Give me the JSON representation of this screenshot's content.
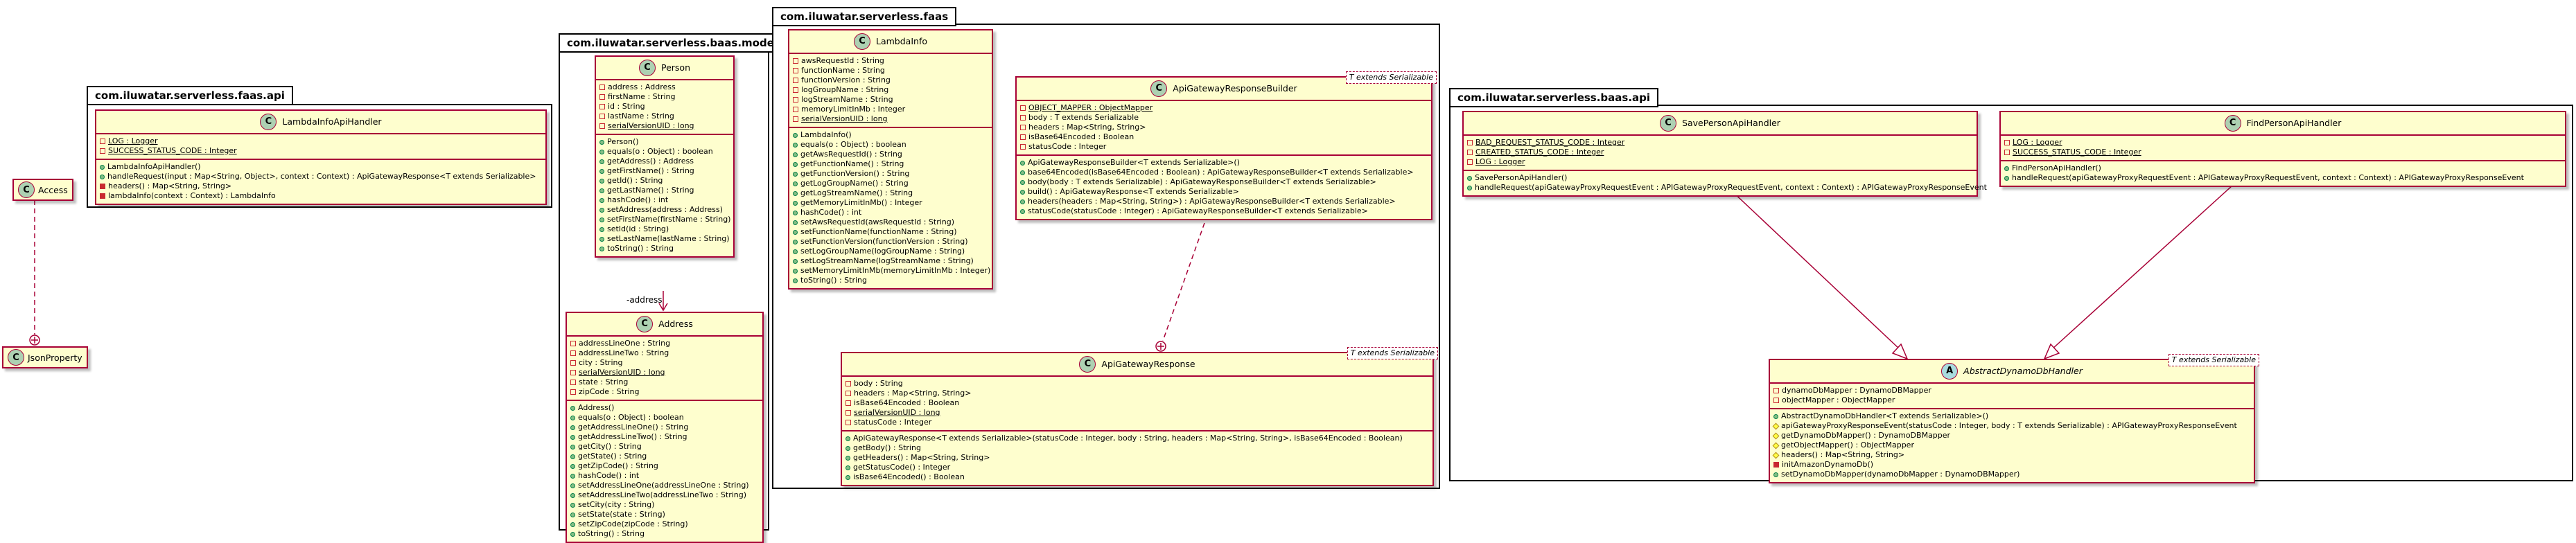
{
  "packages": {
    "faas_api": "com.iluwatar.serverless.faas.api",
    "baas_model": "com.iluwatar.serverless.baas.model",
    "faas": "com.iluwatar.serverless.faas",
    "baas_api": "com.iluwatar.serverless.baas.api"
  },
  "icons": {
    "class": "C",
    "abstract": "A"
  },
  "annotations": {
    "access": "Access",
    "json_property": "JsonProperty"
  },
  "association_role": "-address",
  "classes": {
    "lambda_info_api_handler": {
      "name": "LambdaInfoApiHandler",
      "fields": [
        {
          "vis": "private",
          "static": true,
          "text": "LOG : Logger"
        },
        {
          "vis": "private",
          "static": true,
          "text": "SUCCESS_STATUS_CODE : Integer"
        }
      ],
      "methods": [
        {
          "vis": "public",
          "text": "LambdaInfoApiHandler()"
        },
        {
          "vis": "public",
          "text": "handleRequest(input : Map<String, Object>, context : Context) : ApiGatewayResponse<T extends Serializable>"
        },
        {
          "vis": "private",
          "text": "headers() : Map<String, String>"
        },
        {
          "vis": "private",
          "text": "lambdaInfo(context : Context) : LambdaInfo"
        }
      ]
    },
    "person": {
      "name": "Person",
      "fields": [
        {
          "vis": "private",
          "text": "address : Address"
        },
        {
          "vis": "private",
          "text": "firstName : String"
        },
        {
          "vis": "private",
          "text": "id : String"
        },
        {
          "vis": "private",
          "text": "lastName : String"
        },
        {
          "vis": "private",
          "static": true,
          "text": "serialVersionUID : long"
        }
      ],
      "methods": [
        {
          "vis": "public",
          "text": "Person()"
        },
        {
          "vis": "public",
          "text": "equals(o : Object) : boolean"
        },
        {
          "vis": "public",
          "text": "getAddress() : Address"
        },
        {
          "vis": "public",
          "text": "getFirstName() : String"
        },
        {
          "vis": "public",
          "text": "getId() : String"
        },
        {
          "vis": "public",
          "text": "getLastName() : String"
        },
        {
          "vis": "public",
          "text": "hashCode() : int"
        },
        {
          "vis": "public",
          "text": "setAddress(address : Address)"
        },
        {
          "vis": "public",
          "text": "setFirstName(firstName : String)"
        },
        {
          "vis": "public",
          "text": "setId(id : String)"
        },
        {
          "vis": "public",
          "text": "setLastName(lastName : String)"
        },
        {
          "vis": "public",
          "text": "toString() : String"
        }
      ]
    },
    "address": {
      "name": "Address",
      "fields": [
        {
          "vis": "private",
          "text": "addressLineOne : String"
        },
        {
          "vis": "private",
          "text": "addressLineTwo : String"
        },
        {
          "vis": "private",
          "text": "city : String"
        },
        {
          "vis": "private",
          "static": true,
          "text": "serialVersionUID : long"
        },
        {
          "vis": "private",
          "text": "state : String"
        },
        {
          "vis": "private",
          "text": "zipCode : String"
        }
      ],
      "methods": [
        {
          "vis": "public",
          "text": "Address()"
        },
        {
          "vis": "public",
          "text": "equals(o : Object) : boolean"
        },
        {
          "vis": "public",
          "text": "getAddressLineOne() : String"
        },
        {
          "vis": "public",
          "text": "getAddressLineTwo() : String"
        },
        {
          "vis": "public",
          "text": "getCity() : String"
        },
        {
          "vis": "public",
          "text": "getState() : String"
        },
        {
          "vis": "public",
          "text": "getZipCode() : String"
        },
        {
          "vis": "public",
          "text": "hashCode() : int"
        },
        {
          "vis": "public",
          "text": "setAddressLineOne(addressLineOne : String)"
        },
        {
          "vis": "public",
          "text": "setAddressLineTwo(addressLineTwo : String)"
        },
        {
          "vis": "public",
          "text": "setCity(city : String)"
        },
        {
          "vis": "public",
          "text": "setState(state : String)"
        },
        {
          "vis": "public",
          "text": "setZipCode(zipCode : String)"
        },
        {
          "vis": "public",
          "text": "toString() : String"
        }
      ]
    },
    "lambda_info": {
      "name": "LambdaInfo",
      "fields": [
        {
          "vis": "private",
          "text": "awsRequestId : String"
        },
        {
          "vis": "private",
          "text": "functionName : String"
        },
        {
          "vis": "private",
          "text": "functionVersion : String"
        },
        {
          "vis": "private",
          "text": "logGroupName : String"
        },
        {
          "vis": "private",
          "text": "logStreamName : String"
        },
        {
          "vis": "private",
          "text": "memoryLimitInMb : Integer"
        },
        {
          "vis": "private",
          "static": true,
          "text": "serialVersionUID : long"
        }
      ],
      "methods": [
        {
          "vis": "public",
          "text": "LambdaInfo()"
        },
        {
          "vis": "public",
          "text": "equals(o : Object) : boolean"
        },
        {
          "vis": "public",
          "text": "getAwsRequestId() : String"
        },
        {
          "vis": "public",
          "text": "getFunctionName() : String"
        },
        {
          "vis": "public",
          "text": "getFunctionVersion() : String"
        },
        {
          "vis": "public",
          "text": "getLogGroupName() : String"
        },
        {
          "vis": "public",
          "text": "getLogStreamName() : String"
        },
        {
          "vis": "public",
          "text": "getMemoryLimitInMb() : Integer"
        },
        {
          "vis": "public",
          "text": "hashCode() : int"
        },
        {
          "vis": "public",
          "text": "setAwsRequestId(awsRequestId : String)"
        },
        {
          "vis": "public",
          "text": "setFunctionName(functionName : String)"
        },
        {
          "vis": "public",
          "text": "setFunctionVersion(functionVersion : String)"
        },
        {
          "vis": "public",
          "text": "setLogGroupName(logGroupName : String)"
        },
        {
          "vis": "public",
          "text": "setLogStreamName(logStreamName : String)"
        },
        {
          "vis": "public",
          "text": "setMemoryLimitInMb(memoryLimitInMb : Integer)"
        },
        {
          "vis": "public",
          "text": "toString() : String"
        }
      ]
    },
    "api_gateway_response_builder": {
      "name": "ApiGatewayResponseBuilder",
      "generic": "T extends Serializable",
      "fields": [
        {
          "vis": "private",
          "static": true,
          "text": "OBJECT_MAPPER : ObjectMapper"
        },
        {
          "vis": "private",
          "text": "body : T extends Serializable"
        },
        {
          "vis": "private",
          "text": "headers : Map<String, String>"
        },
        {
          "vis": "private",
          "text": "isBase64Encoded : Boolean"
        },
        {
          "vis": "private",
          "text": "statusCode : Integer"
        }
      ],
      "methods": [
        {
          "vis": "public",
          "text": "ApiGatewayResponseBuilder<T extends Serializable>()"
        },
        {
          "vis": "public",
          "text": "base64Encoded(isBase64Encoded : Boolean) : ApiGatewayResponseBuilder<T extends Serializable>"
        },
        {
          "vis": "public",
          "text": "body(body : T extends Serializable) : ApiGatewayResponseBuilder<T extends Serializable>"
        },
        {
          "vis": "public",
          "text": "build() : ApiGatewayResponse<T extends Serializable>"
        },
        {
          "vis": "public",
          "text": "headers(headers : Map<String, String>) : ApiGatewayResponseBuilder<T extends Serializable>"
        },
        {
          "vis": "public",
          "text": "statusCode(statusCode : Integer) : ApiGatewayResponseBuilder<T extends Serializable>"
        }
      ]
    },
    "api_gateway_response": {
      "name": "ApiGatewayResponse",
      "generic": "T extends Serializable",
      "fields": [
        {
          "vis": "private",
          "text": "body : String"
        },
        {
          "vis": "private",
          "text": "headers : Map<String, String>"
        },
        {
          "vis": "private",
          "text": "isBase64Encoded : Boolean"
        },
        {
          "vis": "private",
          "static": true,
          "text": "serialVersionUID : long"
        },
        {
          "vis": "private",
          "text": "statusCode : Integer"
        }
      ],
      "methods": [
        {
          "vis": "public",
          "text": "ApiGatewayResponse<T extends Serializable>(statusCode : Integer, body : String, headers : Map<String, String>, isBase64Encoded : Boolean)"
        },
        {
          "vis": "public",
          "text": "getBody() : String"
        },
        {
          "vis": "public",
          "text": "getHeaders() : Map<String, String>"
        },
        {
          "vis": "public",
          "text": "getStatusCode() : Integer"
        },
        {
          "vis": "public",
          "text": "isBase64Encoded() : Boolean"
        }
      ]
    },
    "save_person_api_handler": {
      "name": "SavePersonApiHandler",
      "fields": [
        {
          "vis": "private",
          "static": true,
          "text": "BAD_REQUEST_STATUS_CODE : Integer"
        },
        {
          "vis": "private",
          "static": true,
          "text": "CREATED_STATUS_CODE : Integer"
        },
        {
          "vis": "private",
          "static": true,
          "text": "LOG : Logger"
        }
      ],
      "methods": [
        {
          "vis": "public",
          "text": "SavePersonApiHandler()"
        },
        {
          "vis": "public",
          "text": "handleRequest(apiGatewayProxyRequestEvent : APIGatewayProxyRequestEvent, context : Context) : APIGatewayProxyResponseEvent"
        }
      ]
    },
    "find_person_api_handler": {
      "name": "FindPersonApiHandler",
      "fields": [
        {
          "vis": "private",
          "static": true,
          "text": "LOG : Logger"
        },
        {
          "vis": "private",
          "static": true,
          "text": "SUCCESS_STATUS_CODE : Integer"
        }
      ],
      "methods": [
        {
          "vis": "public",
          "text": "FindPersonApiHandler()"
        },
        {
          "vis": "public",
          "text": "handleRequest(apiGatewayProxyRequestEvent : APIGatewayProxyRequestEvent, context : Context) : APIGatewayProxyResponseEvent"
        }
      ]
    },
    "abstract_dynamo_db_handler": {
      "name": "AbstractDynamoDbHandler",
      "generic": "T extends Serializable",
      "abstract": true,
      "fields": [
        {
          "vis": "private",
          "text": "dynamoDbMapper : DynamoDBMapper"
        },
        {
          "vis": "private",
          "text": "objectMapper : ObjectMapper"
        }
      ],
      "methods": [
        {
          "vis": "public",
          "text": "AbstractDynamoDbHandler<T extends Serializable>()"
        },
        {
          "vis": "protected",
          "text": "apiGatewayProxyResponseEvent(statusCode : Integer, body : T extends Serializable) : APIGatewayProxyResponseEvent"
        },
        {
          "vis": "protected",
          "text": "getDynamoDbMapper() : DynamoDBMapper"
        },
        {
          "vis": "protected",
          "text": "getObjectMapper() : ObjectMapper"
        },
        {
          "vis": "protected",
          "text": "headers() : Map<String, String>"
        },
        {
          "vis": "private",
          "text": "initAmazonDynamoDb()"
        },
        {
          "vis": "public",
          "text": "setDynamoDbMapper(dynamoDbMapper : DynamoDBMapper)"
        }
      ]
    }
  }
}
